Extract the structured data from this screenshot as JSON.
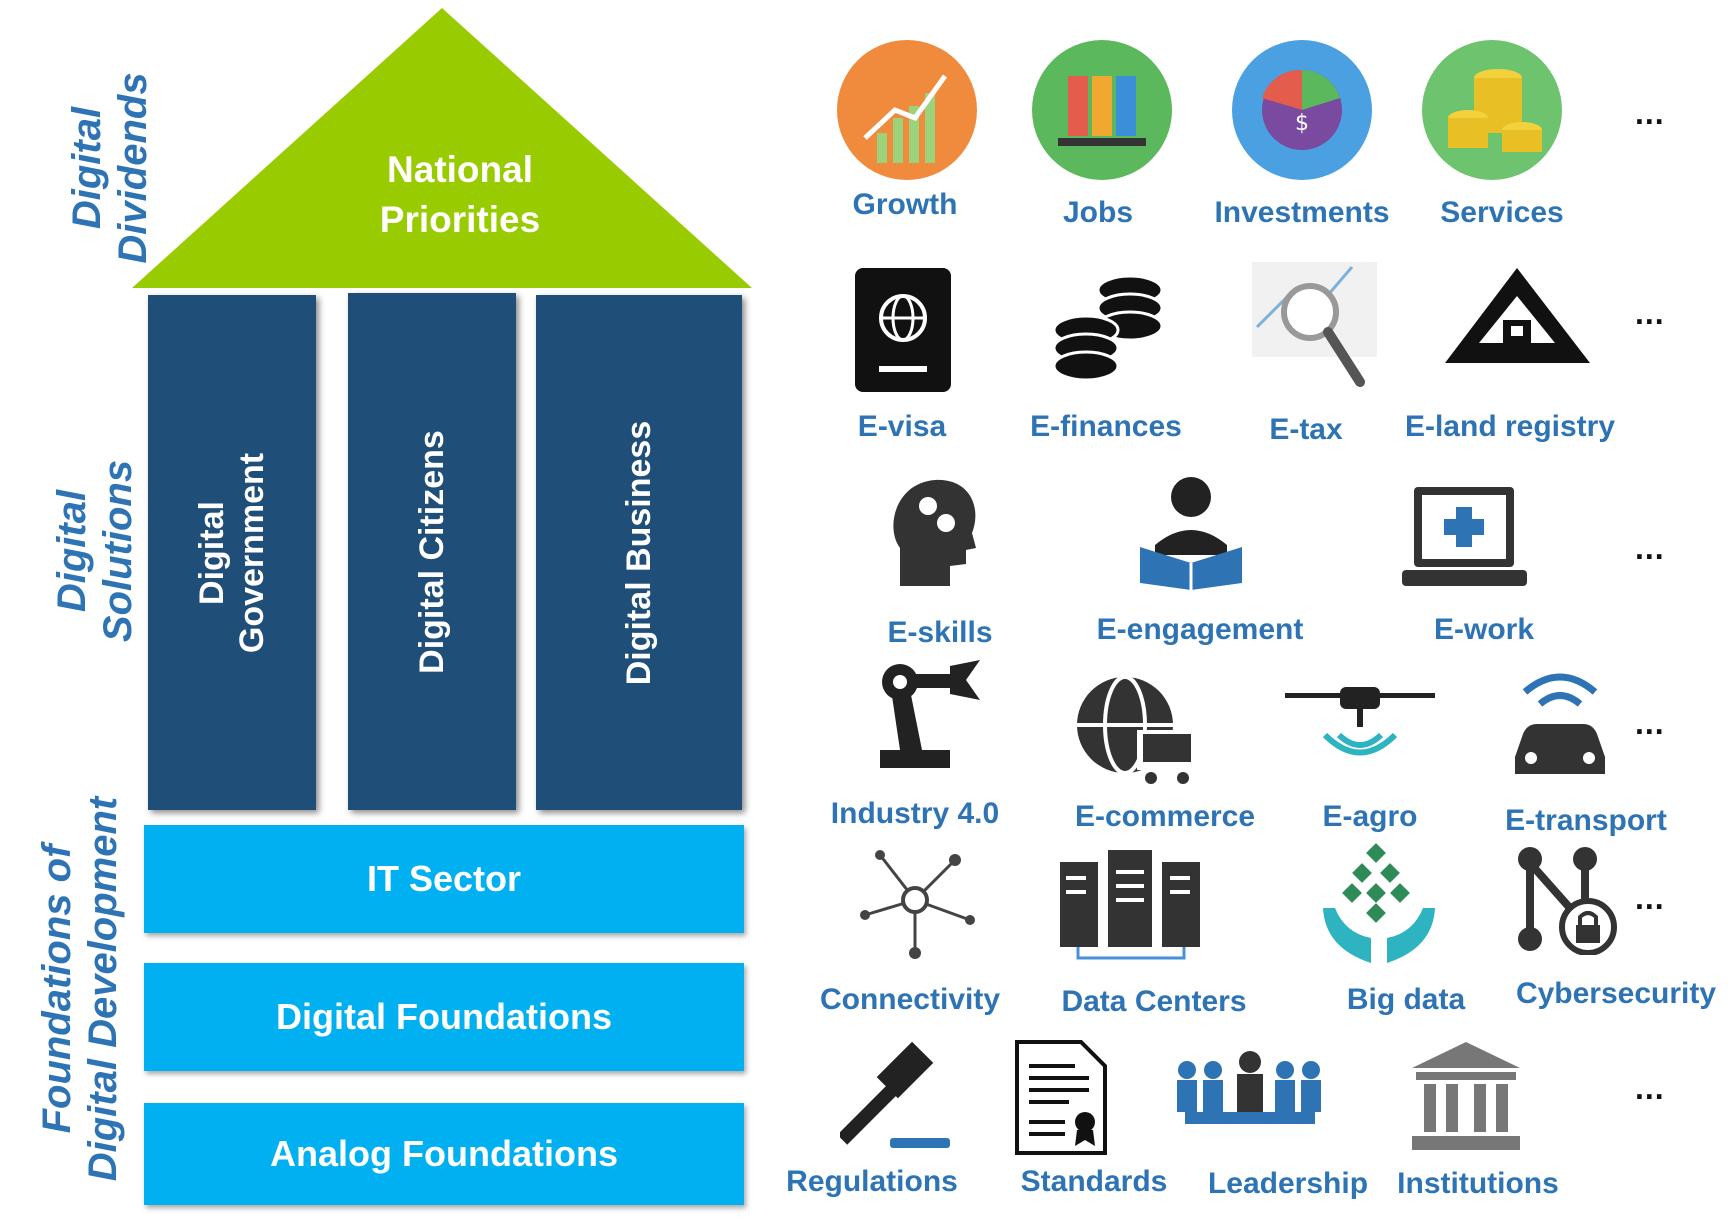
{
  "side_labels": {
    "dividends": [
      "Digital",
      "Dividends"
    ],
    "solutions": [
      "Digital",
      "Solutions"
    ],
    "foundations": [
      "Foundations of",
      "Digital Development"
    ]
  },
  "roof": {
    "line1": "National",
    "line2": "Priorities",
    "color": "#99cc00"
  },
  "pillars": [
    {
      "line1": "Digital",
      "line2": "Government"
    },
    {
      "line1": "Digital Citizens",
      "line2": ""
    },
    {
      "line1": "Digital Business",
      "line2": ""
    }
  ],
  "foundations": [
    "IT Sector",
    "Digital Foundations",
    "Analog Foundations"
  ],
  "rows": [
    {
      "items": [
        "Growth",
        "Jobs",
        "Investments",
        "Services"
      ],
      "more": "..."
    },
    {
      "items": [
        "E-visa",
        "E-finances",
        "E-tax",
        "E-land registry"
      ],
      "more": "..."
    },
    {
      "items": [
        "E-skills",
        "E-engagement",
        "E-work"
      ],
      "more": "..."
    },
    {
      "items": [
        "Industry 4.0",
        "E-commerce",
        "E-agro",
        "E-transport"
      ],
      "more": "..."
    },
    {
      "items": [
        "Connectivity",
        "Data Centers",
        "Big data",
        "Cybersecurity"
      ],
      "more": "..."
    },
    {
      "items": [
        "Regulations",
        "Standards",
        "Leadership",
        "Institutions"
      ],
      "more": "..."
    }
  ],
  "colors": {
    "label_blue": "#2e74b5",
    "pillar": "#1f4e79",
    "foundation": "#00b0f0",
    "roof": "#99cc00"
  }
}
